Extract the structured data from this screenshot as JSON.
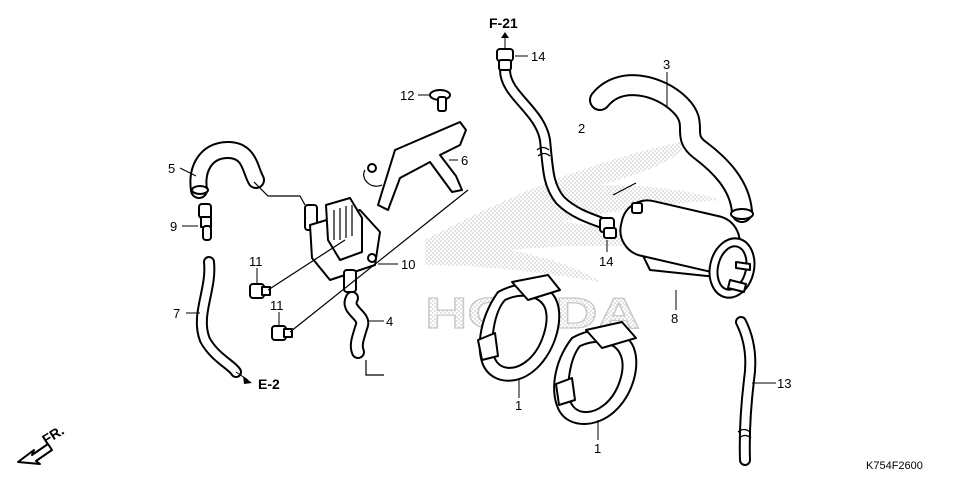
{
  "diagram": {
    "code": "K754F2600",
    "references": {
      "f21": "F-21",
      "e2": "E-2",
      "front": "FR."
    },
    "watermark": "HONDA",
    "callouts": [
      {
        "id": "c1a",
        "text": "1"
      },
      {
        "id": "c1b",
        "text": "1"
      },
      {
        "id": "c2",
        "text": "2"
      },
      {
        "id": "c3",
        "text": "3"
      },
      {
        "id": "c4",
        "text": "4"
      },
      {
        "id": "c5",
        "text": "5"
      },
      {
        "id": "c6",
        "text": "6"
      },
      {
        "id": "c7",
        "text": "7"
      },
      {
        "id": "c8",
        "text": "8"
      },
      {
        "id": "c9",
        "text": "9"
      },
      {
        "id": "c10",
        "text": "10"
      },
      {
        "id": "c11a",
        "text": "11"
      },
      {
        "id": "c11b",
        "text": "11"
      },
      {
        "id": "c12",
        "text": "12"
      },
      {
        "id": "c13",
        "text": "13"
      },
      {
        "id": "c14a",
        "text": "14"
      },
      {
        "id": "c14b",
        "text": "14"
      }
    ]
  }
}
